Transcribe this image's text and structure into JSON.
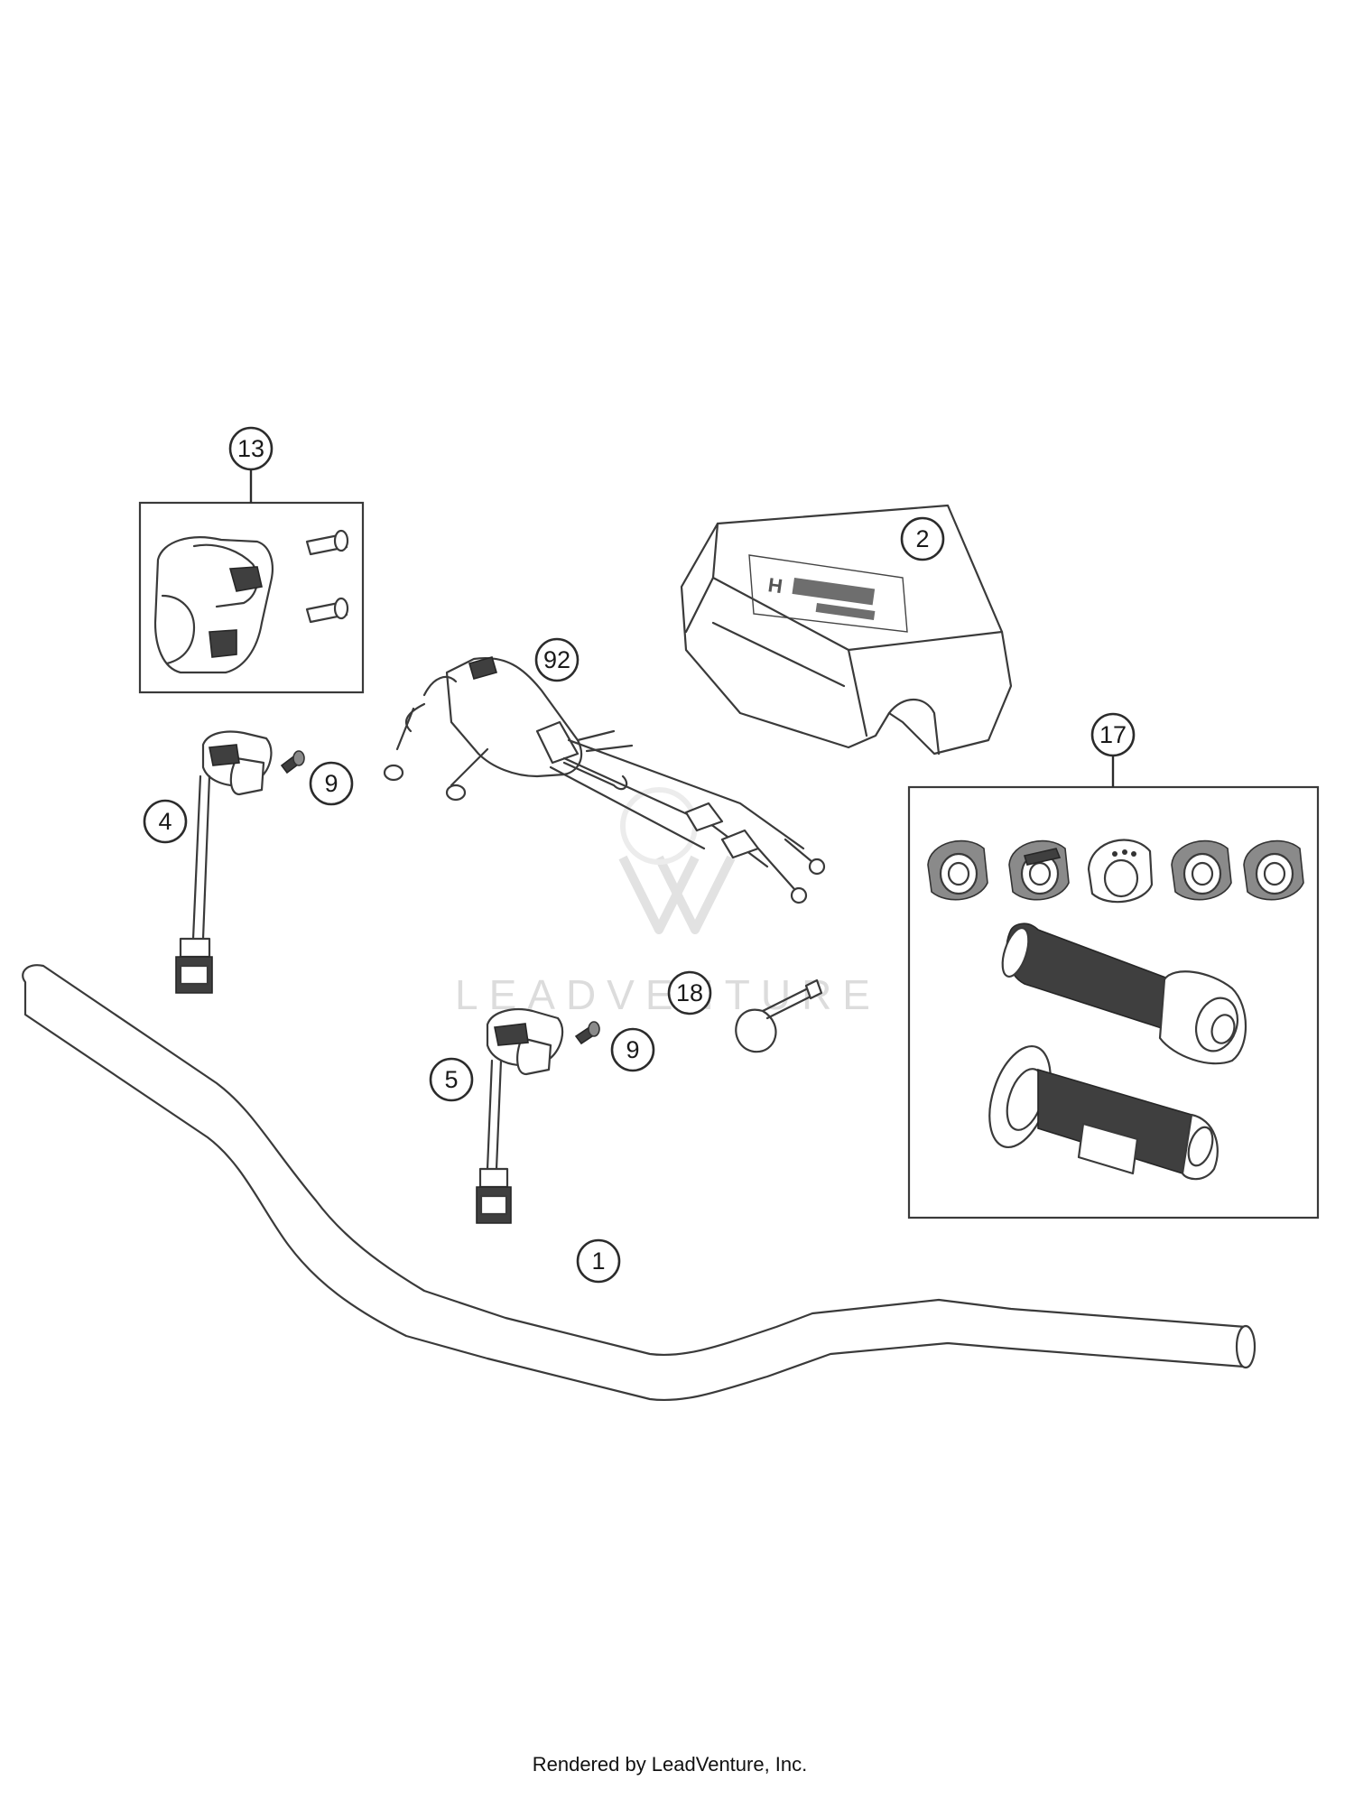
{
  "callouts": {
    "c1": "1",
    "c2": "2",
    "c4": "4",
    "c5": "5",
    "c9a": "9",
    "c9b": "9",
    "c13": "13",
    "c17": "17",
    "c18": "18",
    "c92": "92"
  },
  "watermark": "LEADVENTURE",
  "footer": "Rendered by LeadVenture, Inc.",
  "colors": {
    "line": "#3a3a3a",
    "grip": "#3f3f3f",
    "watermark": "#dcdcdc"
  }
}
